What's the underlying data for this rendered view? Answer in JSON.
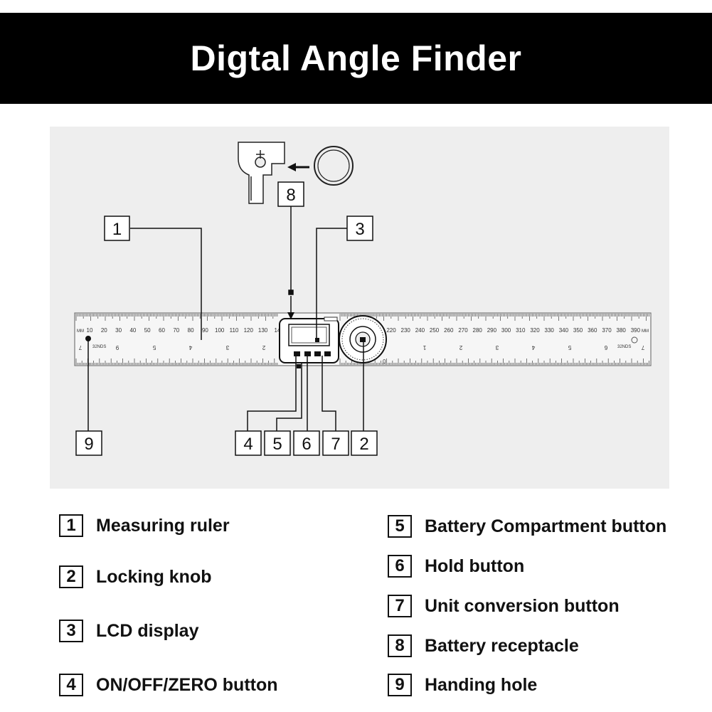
{
  "title": "Digtal Angle Finder",
  "diagram": {
    "callouts": [
      "1",
      "2",
      "3",
      "4",
      "5",
      "6",
      "7",
      "8",
      "9"
    ],
    "ruler": {
      "unit_left": "MM",
      "unit_right": "MM",
      "left_scale_top": [
        "10",
        "20",
        "30",
        "40",
        "50",
        "60",
        "70",
        "80",
        "90",
        "100",
        "110",
        "120",
        "130",
        "14"
      ],
      "right_scale_top": [
        "220",
        "230",
        "240",
        "250",
        "260",
        "270",
        "280",
        "290",
        "300",
        "310",
        "320",
        "330",
        "340",
        "350",
        "360",
        "370",
        "380",
        "390"
      ],
      "left_inch_marks": [
        "7",
        "9",
        "5",
        "4",
        "3",
        "2"
      ],
      "right_inch_marks": [
        "1",
        "2",
        "3",
        "4",
        "5",
        "6",
        "7"
      ],
      "left_code": "32NDS",
      "right_code": "32NDS",
      "zero_mark": "0"
    }
  },
  "legend": [
    {
      "num": "1",
      "label": "Measuring ruler"
    },
    {
      "num": "2",
      "label": "Locking knob"
    },
    {
      "num": "3",
      "label": "LCD display"
    },
    {
      "num": "4",
      "label": "ON/OFF/ZERO button"
    },
    {
      "num": "5",
      "label": "Battery Compartment button"
    },
    {
      "num": "6",
      "label": "Hold button"
    },
    {
      "num": "7",
      "label": "Unit conversion button"
    },
    {
      "num": "8",
      "label": "Battery receptacle"
    },
    {
      "num": "9",
      "label": "Handing hole"
    }
  ]
}
